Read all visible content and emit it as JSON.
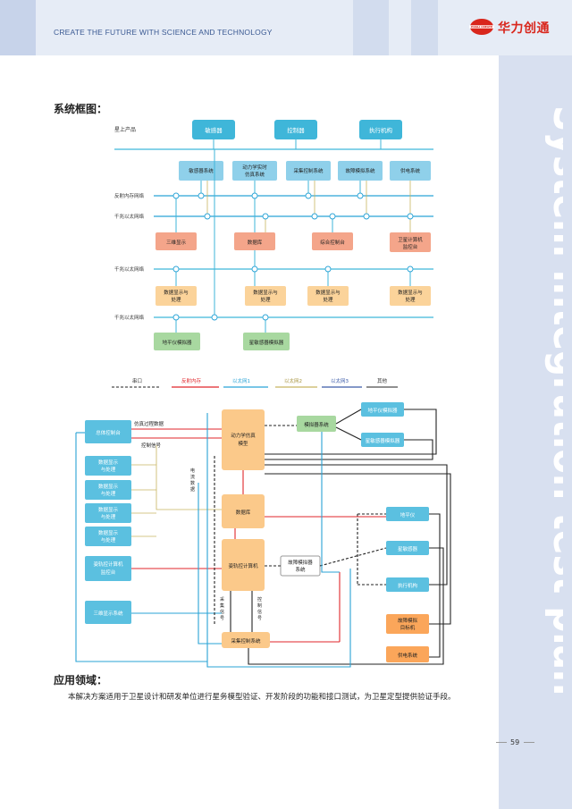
{
  "header": {
    "tagline": "CREATE THE FUTURE WITH SCIENCE AND TECHNOLOGY",
    "logo_badge": "HUALI CREATE",
    "brand": "华力创通"
  },
  "sidebar": {
    "vertical_title": "System integration test plan"
  },
  "section1": {
    "title": "系统框图："
  },
  "diagram1": {
    "row_label": "星上产品",
    "top_boxes": [
      "敏感器",
      "控制器",
      "执行机构"
    ],
    "sim_boxes": [
      "敏感器系统",
      "动力学实时\n仿真系统",
      "采集控制系统",
      "故障模拟系统",
      "供电系统"
    ],
    "bus_labels": [
      "反射内存网络",
      "千兆以太网络",
      "千兆以太网络",
      "千兆以太网络"
    ],
    "mid_boxes": [
      "三维显示",
      "数据库",
      "综合控制台",
      "卫星计算机\n监控台"
    ],
    "proc_boxes": [
      "数据显示与\n处理",
      "数据显示与\n处理",
      "数据显示与\n处理",
      "数据显示与\n处理"
    ],
    "bottom_boxes": [
      "地平仪模拟器",
      "星敏感器模拟器"
    ]
  },
  "legend": {
    "items": [
      "串口",
      "反射内存",
      "以太网1",
      "以太网2",
      "以太网3",
      "其他"
    ],
    "colors": [
      "#222222",
      "#e0262b",
      "#29a3d6",
      "#c8b560",
      "#3a5aa8",
      "#222222"
    ]
  },
  "diagram2": {
    "left_boxes": [
      "总体控制台",
      "数据显示\n与处理",
      "数据显示\n与处理",
      "数据显示\n与处理",
      "数据显示\n与处理",
      "姿轨控计算机\n监控台",
      "三维显示系统"
    ],
    "center_boxes": [
      "动力学仿真\n模型",
      "数据库",
      "姿轨控计算机",
      "采集控制系统"
    ],
    "mid_boxes": [
      "模拟器系统",
      "故障模拟器\n系统"
    ],
    "right_boxes": [
      "地平仪模拟器",
      "星敏感器模拟器",
      "地平仪",
      "星敏感器",
      "执行机构",
      "故障模拟\n目标机",
      "供电系统"
    ],
    "labels": [
      "仿真过程数据",
      "控制信号",
      "电流\n数据",
      "采集\n信号",
      "控制\n信号"
    ]
  },
  "section2": {
    "title": "应用领域：",
    "paragraph": "本解决方案适用于卫星设计和研发单位进行星务模型验证、开发阶段的功能和接口测试，为卫星定型提供验证手段。"
  },
  "page": {
    "number": "59"
  }
}
